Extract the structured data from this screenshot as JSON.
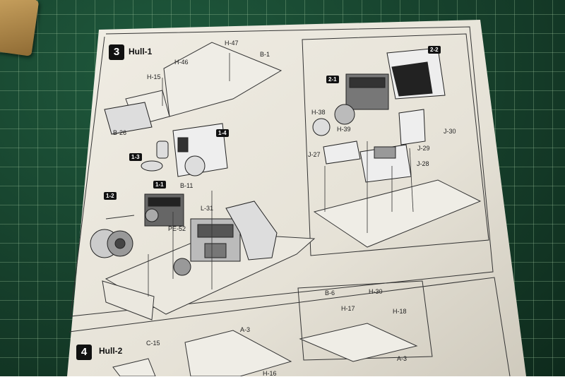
{
  "step3": {
    "number": "3",
    "title": "Hull-1"
  },
  "step4": {
    "number": "4",
    "title": "Hull-2"
  },
  "subassemblies": [
    "1-1",
    "1-2",
    "1-3",
    "1-4",
    "2-1",
    "2-2"
  ],
  "part_labels": {
    "h47": "H-47",
    "b1": "B-1",
    "h46": "H-46",
    "h15": "H-15",
    "b26": "B-26",
    "b11": "B-11",
    "l31": "L-31",
    "pe52": "PE-52",
    "h38": "H-38",
    "h39": "H-39",
    "j27": "J-27",
    "j28": "J-28",
    "j29": "J-29",
    "j30": "J-30",
    "b6": "B-6",
    "h30": "H-30",
    "h17": "H-17",
    "h18": "H-18",
    "a3": "A-3",
    "c15": "C-15",
    "h16": "H-16"
  },
  "colors": {
    "mat": "#163f2b",
    "paper": "#e9e6dc",
    "ink": "#222222"
  }
}
